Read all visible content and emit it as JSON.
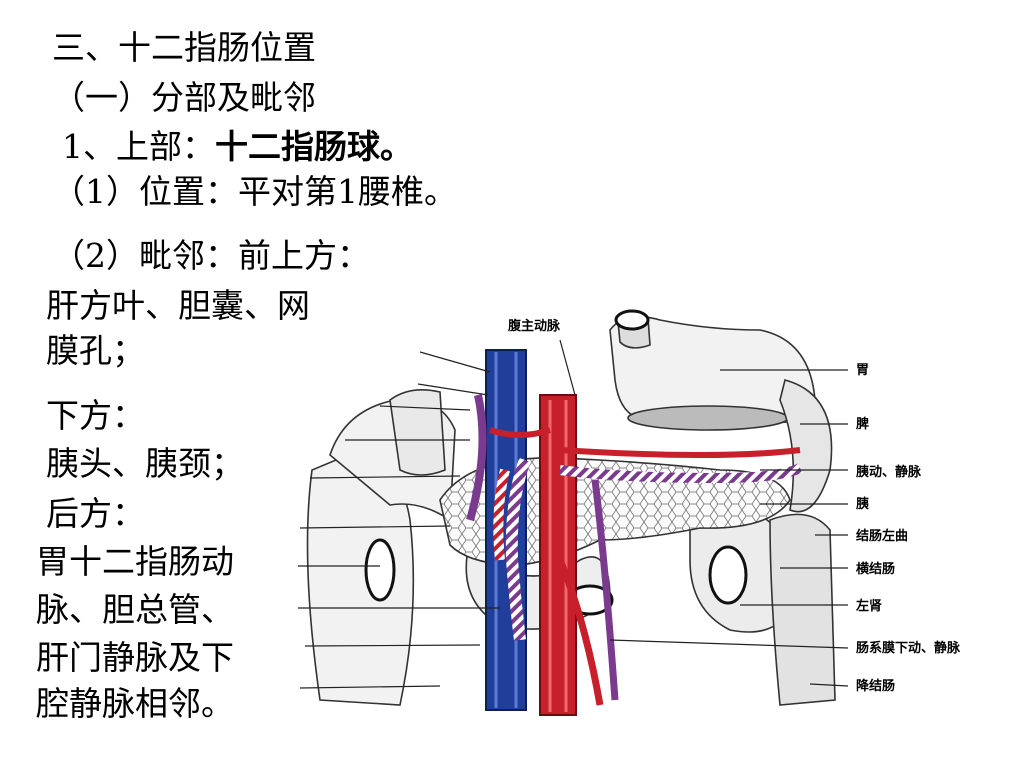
{
  "text": {
    "heading": "三、十二指肠位置",
    "sub": "（一）分部及毗邻",
    "part_prefix": "1、上部：",
    "part_bold": "十二指肠球。",
    "pos": "（1）位置：平对第1腰椎。",
    "adj": "（2）毗邻：前上方：",
    "front1": "肝方叶、胆囊、网",
    "front2": "膜孔；",
    "below_title": "下方：",
    "below": "胰头、胰颈；",
    "behind_title": "后方：",
    "behind1": "胃十二指肠动",
    "behind2": "脉、胆总管、",
    "behind3": "肝门静脉及下",
    "behind4": "腔静脉相邻。"
  },
  "figure_labels": {
    "aorta": "腹主动脉",
    "stomach": "胃",
    "spleen": "脾",
    "splenic_vessels": "胰动、静脉",
    "pancreas": "胰",
    "left_flexure": "结肠左曲",
    "transverse_colon": "横结肠",
    "left_kidney": "左肾",
    "mesenteric_vessels": "肠系膜下动、静脉",
    "descending_colon": "降结肠"
  },
  "colors": {
    "artery": "#c8202a",
    "vein": "#1f3f9a",
    "purple": "#7a3a8e"
  }
}
